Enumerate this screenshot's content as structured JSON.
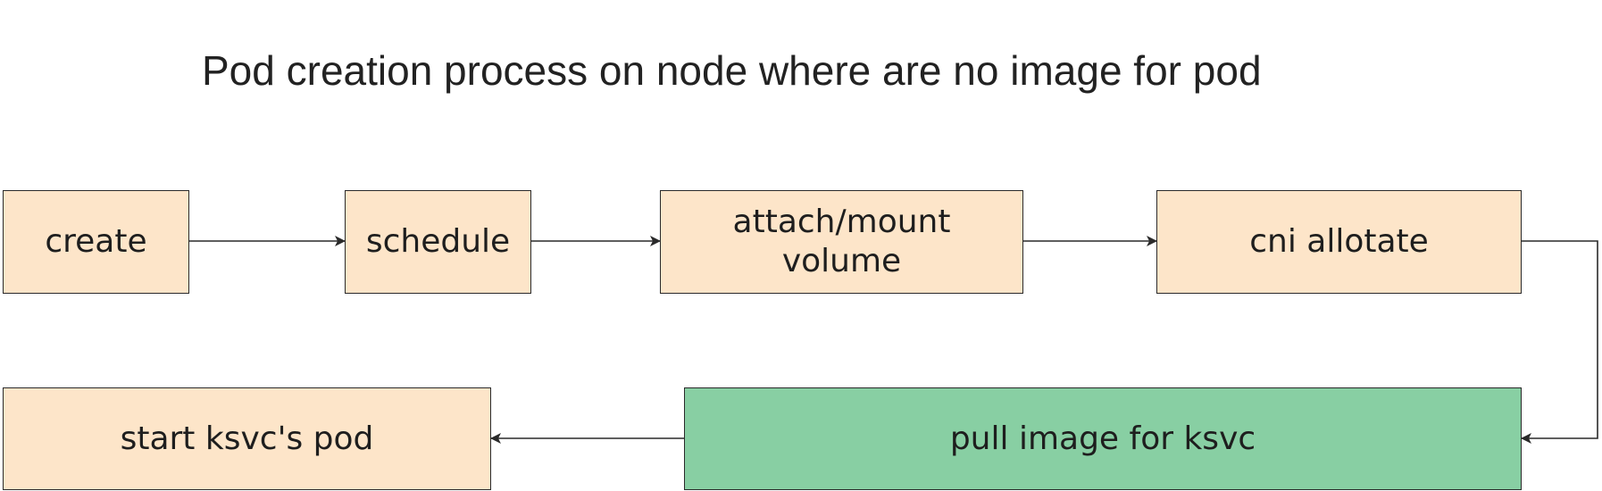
{
  "diagram": {
    "title": "Pod creation process on node where are no image for pod",
    "nodes": {
      "create": {
        "label": "create"
      },
      "schedule": {
        "label": "schedule"
      },
      "attach": {
        "label_line1": "attach/mount",
        "label_line2": "volume"
      },
      "cni": {
        "label": "cni allotate"
      },
      "pull": {
        "label": "pull image for ksvc"
      },
      "start": {
        "label": "start ksvc's pod"
      }
    },
    "edges": [
      {
        "from": "create",
        "to": "schedule"
      },
      {
        "from": "schedule",
        "to": "attach/mount volume"
      },
      {
        "from": "attach/mount volume",
        "to": "cni allotate"
      },
      {
        "from": "cni allotate",
        "to": "pull image for ksvc"
      },
      {
        "from": "pull image for ksvc",
        "to": "start ksvc's pod"
      }
    ],
    "colors": {
      "step_fill": "#fde5c9",
      "highlight_fill": "#88cfa3",
      "stroke": "#2a2a2a"
    }
  }
}
